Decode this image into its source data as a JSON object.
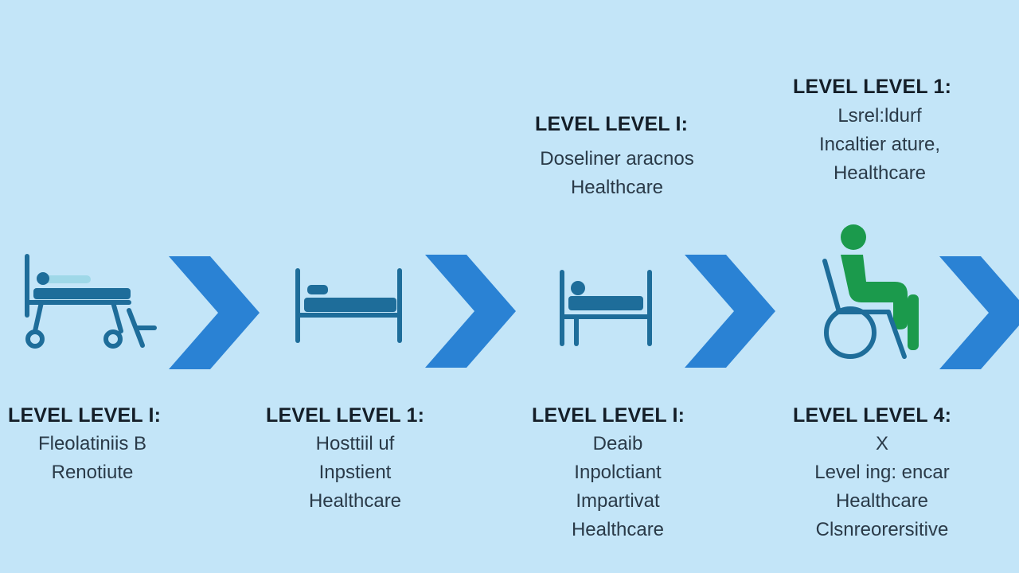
{
  "colors": {
    "background": "#c3e5f8",
    "icon_primary": "#1e6d9a",
    "icon_accent": "#9fd8e8",
    "arrow": "#2a82d4",
    "person_green": "#1b9a4c"
  },
  "stages": [
    {
      "icon": "stretcher-icon",
      "title": "LEVEL LEVEL I:",
      "lines": [
        "Fleolatiniis B",
        "Renotiute"
      ]
    },
    {
      "icon": "hospital-bed-icon",
      "title": "LEVEL LEVEL 1:",
      "lines": [
        "Hosttiil uf",
        "Inpstient",
        "Healthcare"
      ]
    },
    {
      "icon": "patient-bed-icon",
      "title": "LEVEL LEVEL I:",
      "lines": [
        "Deaib",
        "Inpolctiant",
        "Impartivat",
        "Healthcare"
      ],
      "upper_title": "LEVEL LEVEL I:",
      "upper_lines": [
        "Doseliner aracnos",
        "Healthcare"
      ]
    },
    {
      "icon": "wheelchair-icon",
      "title": "LEVEL LEVEL 4:",
      "lines": [
        "X",
        "Level ing: encar",
        "Healthcare",
        "Clsnreorersitive"
      ],
      "upper_title": "LEVEL LEVEL 1:",
      "upper_lines": [
        "Lsrel:ldurf",
        "Incaltier ature,",
        "Healthcare"
      ]
    }
  ]
}
